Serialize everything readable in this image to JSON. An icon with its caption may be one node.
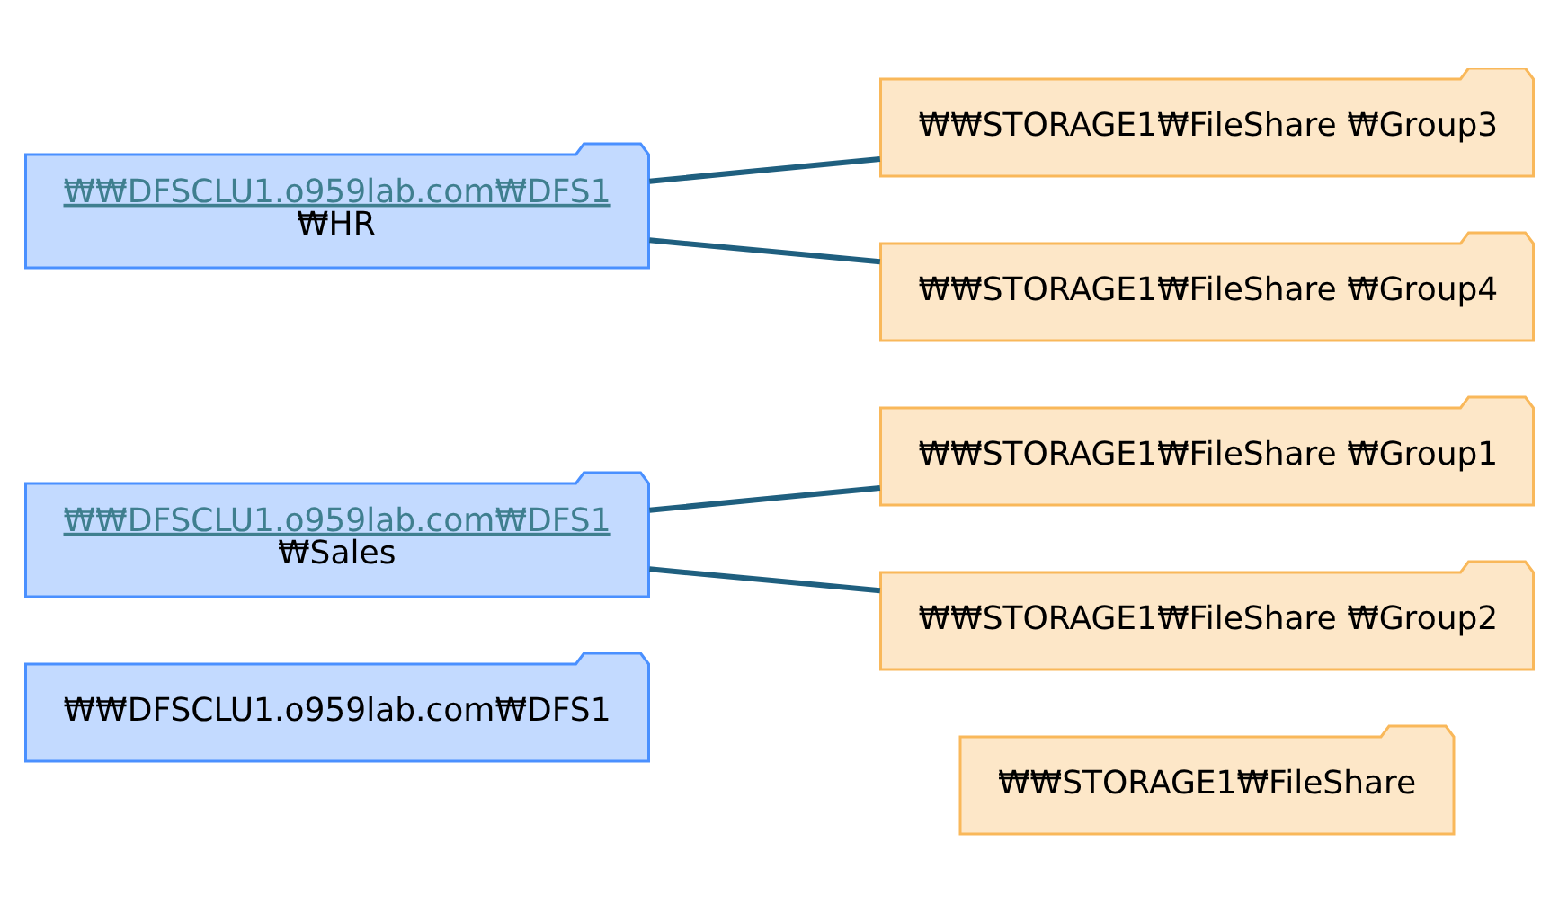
{
  "diagram": {
    "nodes": [
      {
        "text": [
          "₩₩DFSCLU1.o959lab.com₩DFS1"
        ]
      },
      {
        "text": [
          "₩₩STORAGE1₩FileShare"
        ]
      },
      {
        "text": [
          "₩₩DFSCLU1.o959lab.com₩DFS1",
          "₩Sales"
        ]
      },
      {
        "text": [
          "₩₩DFSCLU1.o959lab.com₩DFS1",
          "₩HR"
        ]
      },
      {
        "text": [
          "₩₩STORAGE1₩FileShare ₩Group1"
        ]
      },
      {
        "text": [
          "₩₩STORAGE1₩FileShare ₩Group2"
        ]
      },
      {
        "text": [
          "₩₩STORAGE1₩FileShare ₩Group3"
        ]
      },
      {
        "text": [
          "₩₩STORAGE1₩FileShare ₩Group4"
        ]
      }
    ],
    "edges": [
      {
        "from": 2,
        "to": 4,
        "arrow": "none"
      },
      {
        "from": 2,
        "to": 5,
        "arrow": "none"
      },
      {
        "from": 3,
        "to": 6,
        "arrow": "none"
      },
      {
        "from": 3,
        "to": 7,
        "arrow": "none"
      }
    ]
  }
}
